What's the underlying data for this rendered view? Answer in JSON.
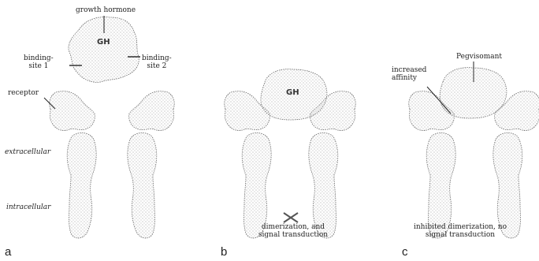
{
  "labels": {
    "growth_hormone": "growth hormone",
    "gh": "GH",
    "binding_site_1": "binding-\nsite 1",
    "binding_site_2": "binding-\nsite 2",
    "receptor": "receptor",
    "extracellular": "extracellular",
    "intracellular": "intracellular",
    "pegvisomant": "Pegvisomant",
    "increased_affinity": "increased\naffinity"
  },
  "captions": {
    "b": "dimerization, and\nsignal transduction",
    "c": "inhibited dimerization, no\nsignal transduction"
  },
  "panels": {
    "a": "a",
    "b": "b",
    "c": "c"
  },
  "colors": {
    "stipple": "#8a8a8a",
    "outline": "#6a6a6a",
    "line": "#222222"
  }
}
